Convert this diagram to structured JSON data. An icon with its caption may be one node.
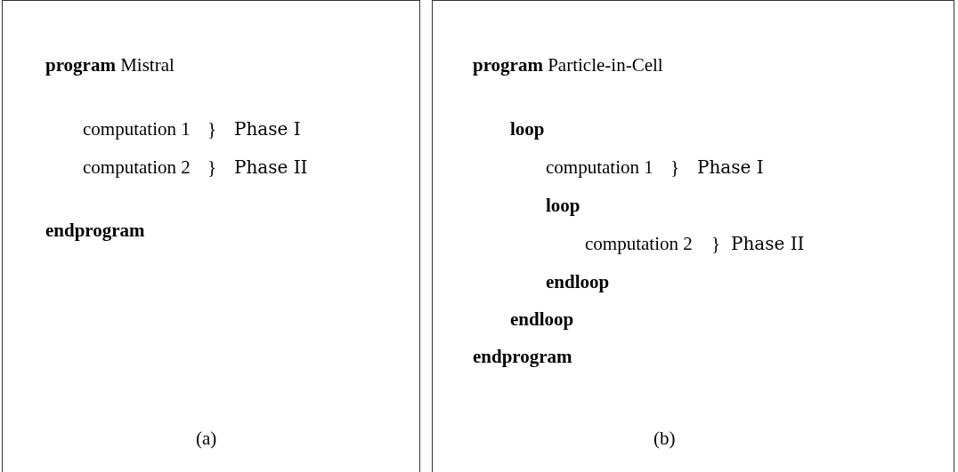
{
  "diagram": {
    "nodes": [
      {
        "text": [
          "**program** Mistral",
          "computation 1",
          "}",
          "Phase I",
          "computation 2",
          "}",
          "Phase II",
          "endprogram",
          "(a)"
        ]
      },
      {
        "text": [
          "**program** Particle-in-Cell",
          "loop",
          "computation 1",
          "}",
          "Phase I",
          "loop",
          "computation 2",
          "}",
          "Phase II",
          "endloop",
          "endloop",
          "endprogram",
          "(b)"
        ]
      }
    ]
  }
}
